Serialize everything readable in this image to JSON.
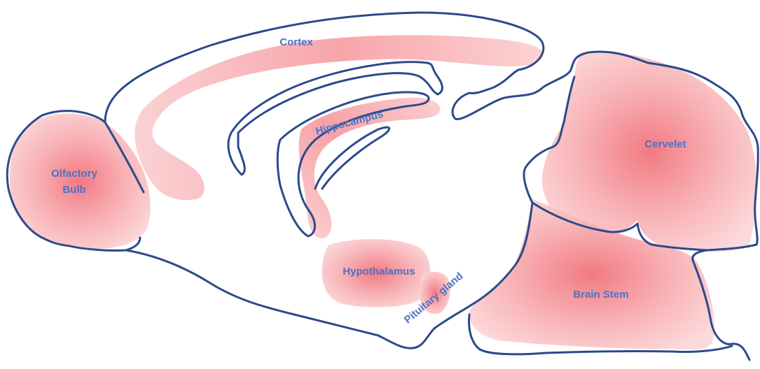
{
  "regions": {
    "olfactory_bulb": {
      "line1": "Olfactory",
      "line2": "Bulb"
    },
    "cortex": "Cortex",
    "hippocampus": "Hippocampus",
    "cervelet": "Cervelet",
    "hypothalamus": "Hypothalamus",
    "pituitary_gland": "Pituitary gland",
    "brain_stem": "Brain Stem"
  },
  "colors": {
    "outline": "#2b4a8b",
    "region_center": "#f27a82",
    "region_edge": "#fbd8d9",
    "label": "#4a73c8"
  }
}
